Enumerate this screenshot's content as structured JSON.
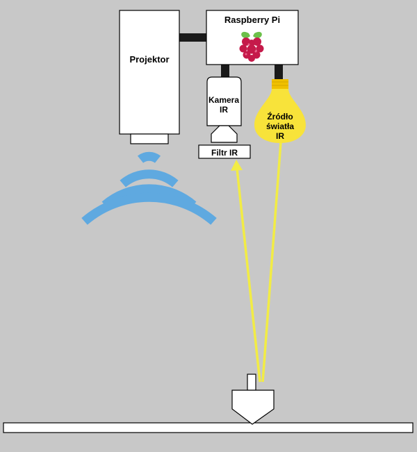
{
  "labels": {
    "raspberry_pi": "Raspberry Pi",
    "projector": "Projektor",
    "camera_line1": "Kamera",
    "camera_line2": "IR",
    "filter": "Filtr IR",
    "light_line1": "Źródło",
    "light_line2": "światła",
    "light_line3": "IR"
  },
  "colors": {
    "background": "#c8c8c8",
    "box_fill": "#ffffff",
    "outline": "#000000",
    "connector": "#1a1a1a",
    "signal_waves": "#5fa9e0",
    "ir_beam": "#f2ec45",
    "bulb_fill": "#f8e33a",
    "bulb_socket": "#f0c000",
    "raspberry_red": "#c51a4a",
    "raspberry_leaf": "#6cc04a"
  },
  "icons": {
    "raspberry_logo": "raspberry-pi-logo-icon",
    "light_bulb": "light-bulb-icon",
    "signal": "signal-waves-icon"
  }
}
